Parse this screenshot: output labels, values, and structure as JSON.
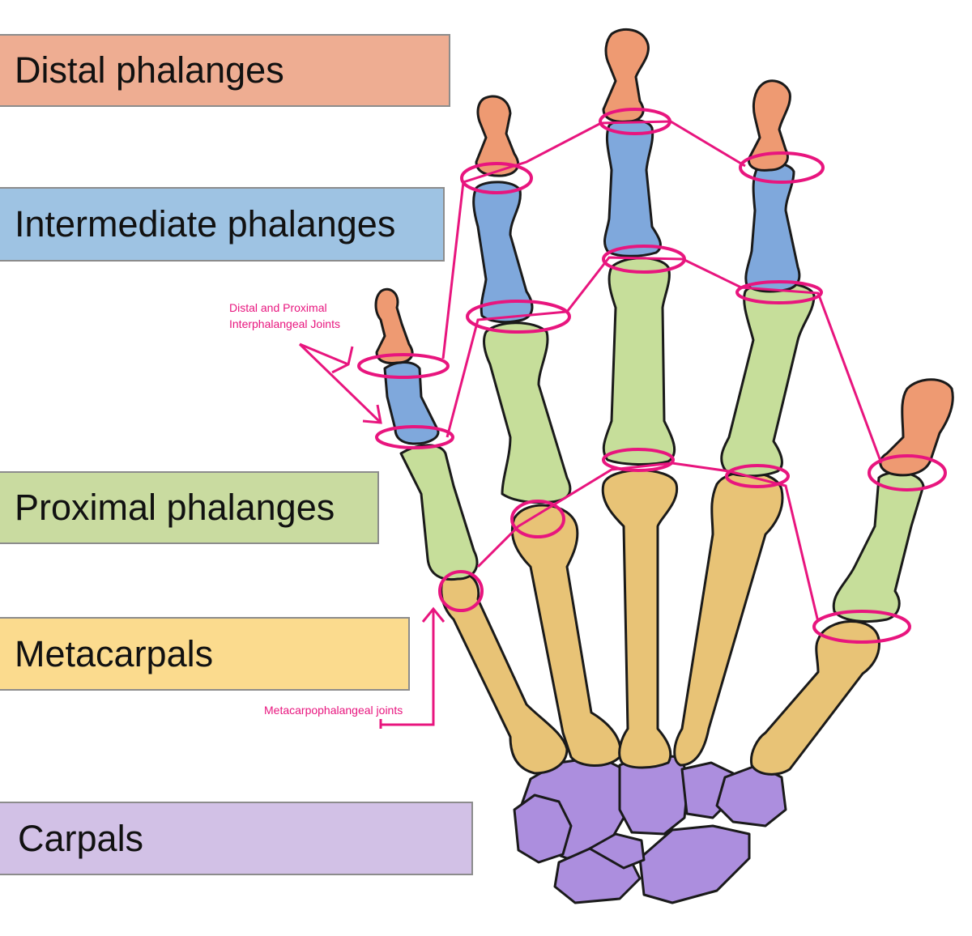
{
  "labels": {
    "distal": "Distal phalanges",
    "intermediate": "Intermediate phalanges",
    "proximal": "Proximal phalanges",
    "metacarpals": "Metacarpals",
    "carpals": "Carpals"
  },
  "annotations": {
    "interphalangeal_line1": "Distal and Proximal",
    "interphalangeal_line2": "Interphalangeal Joints",
    "metacarpophalangeal": "Metacarpophalangeal joints"
  },
  "colors": {
    "distal": "#eead92",
    "intermediate": "#9ec3e3",
    "proximal": "#c9dba0",
    "metacarpals": "#fbdb8e",
    "carpals": "#d2c1e6",
    "joint_marker": "#e8157e",
    "distal_bone": "#ee9a72",
    "intermediate_bone": "#7fa8dc",
    "proximal_bone": "#c6de9a",
    "metacarpal_bone": "#e8c376",
    "carpal_bone": "#ac8ede"
  }
}
